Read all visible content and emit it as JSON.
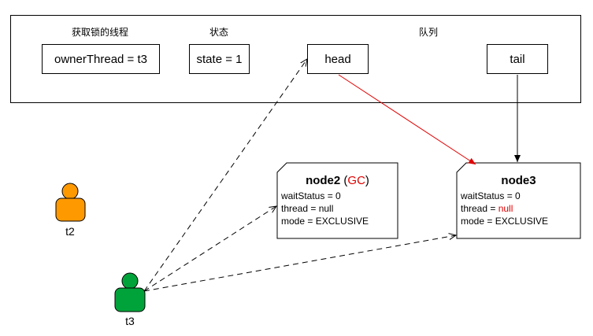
{
  "header": {
    "lock_owner_label": "获取锁的线程",
    "state_label": "状态",
    "queue_label": "队列"
  },
  "fields": {
    "owner_thread": "ownerThread = t3",
    "state": "state = 1",
    "head": "head",
    "tail": "tail"
  },
  "node2": {
    "title": "node2",
    "gc_open": " (",
    "gc_text": "GC",
    "gc_close": ")",
    "wait_status": "waitStatus = 0",
    "thread": "thread = null",
    "mode": "mode = EXCLUSIVE"
  },
  "node3": {
    "title": "node3",
    "wait_status": "waitStatus = 0",
    "thread_prefix": "thread = ",
    "thread_value": "null",
    "mode": "mode = EXCLUSIVE"
  },
  "threads": {
    "t2_label": "t2",
    "t3_label": "t3"
  },
  "colors": {
    "t2_person": "#FF9900",
    "t3_person": "#00A33A",
    "highlight_red": "#E00000",
    "line_black": "#000000"
  }
}
